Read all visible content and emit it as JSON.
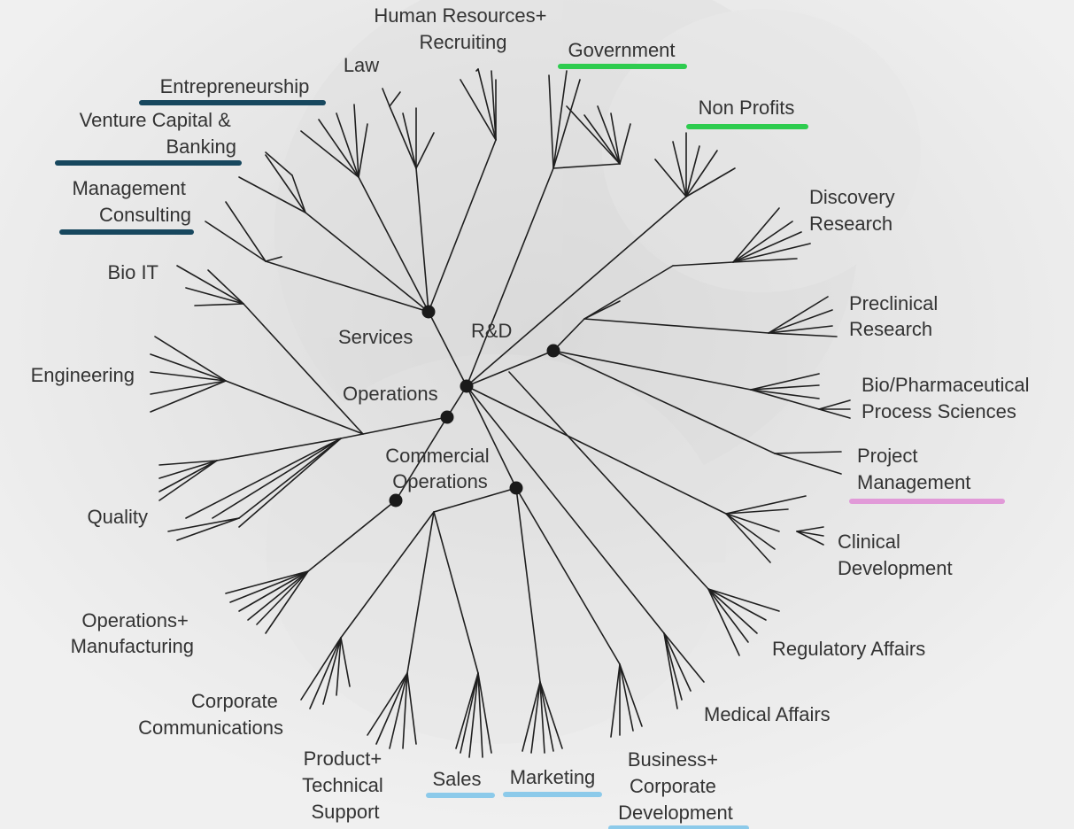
{
  "diagram": {
    "hubs": [
      "Services",
      "R&D",
      "Operations",
      "Commercial Operations"
    ],
    "careers": [
      {
        "id": "human-resources",
        "label": [
          "Human Resources+",
          "Recruiting"
        ],
        "highlight": null
      },
      {
        "id": "law",
        "label": [
          "Law"
        ],
        "highlight": null
      },
      {
        "id": "entrepreneurship",
        "label": [
          "Entrepreneurship"
        ],
        "highlight": "navy"
      },
      {
        "id": "venture-capital",
        "label": [
          "Venture Capital &",
          "Banking"
        ],
        "highlight": "navy"
      },
      {
        "id": "management-consulting",
        "label": [
          "Management",
          "Consulting"
        ],
        "highlight": "navy"
      },
      {
        "id": "government",
        "label": [
          "Government"
        ],
        "highlight": "green"
      },
      {
        "id": "non-profits",
        "label": [
          "Non Profits"
        ],
        "highlight": "green"
      },
      {
        "id": "discovery-research",
        "label": [
          "Discovery",
          "Research"
        ],
        "highlight": null
      },
      {
        "id": "preclinical-research",
        "label": [
          "Preclinical",
          "Research"
        ],
        "highlight": null
      },
      {
        "id": "process-sciences",
        "label": [
          "Bio/Pharmaceutical",
          "Process Sciences"
        ],
        "highlight": null
      },
      {
        "id": "project-management",
        "label": [
          "Project",
          "Management"
        ],
        "highlight": "pink"
      },
      {
        "id": "clinical-development",
        "label": [
          "Clinical",
          "Development"
        ],
        "highlight": null
      },
      {
        "id": "regulatory-affairs",
        "label": [
          "Regulatory Affairs"
        ],
        "highlight": null
      },
      {
        "id": "medical-affairs",
        "label": [
          "Medical Affairs"
        ],
        "highlight": null
      },
      {
        "id": "business-development",
        "label": [
          "Business+",
          "Corporate",
          "Development"
        ],
        "highlight": "blue"
      },
      {
        "id": "marketing",
        "label": [
          "Marketing"
        ],
        "highlight": "blue"
      },
      {
        "id": "sales",
        "label": [
          "Sales"
        ],
        "highlight": "blue"
      },
      {
        "id": "technical-support",
        "label": [
          "Product+",
          "Technical",
          "Support"
        ],
        "highlight": null
      },
      {
        "id": "corporate-communications",
        "label": [
          "Corporate",
          "Communications"
        ],
        "highlight": null
      },
      {
        "id": "operations-manufacturing",
        "label": [
          "Operations+",
          "Manufacturing"
        ],
        "highlight": null
      },
      {
        "id": "quality",
        "label": [
          "Quality"
        ],
        "highlight": null
      },
      {
        "id": "engineering",
        "label": [
          "Engineering"
        ],
        "highlight": null
      },
      {
        "id": "bio-it",
        "label": [
          "Bio IT"
        ],
        "highlight": null
      }
    ]
  },
  "colors": {
    "navy": "#17475e",
    "green": "#2ecc4f",
    "pink": "#e19ad8",
    "blue": "#8ccaea",
    "line": "#1f1f1f",
    "text": "#333333",
    "background": "#ededed"
  }
}
